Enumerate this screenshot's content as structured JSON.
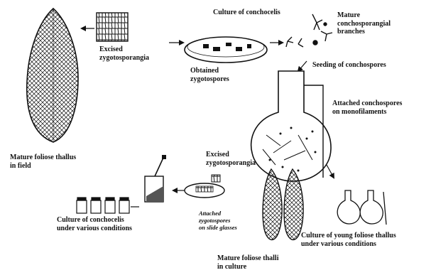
{
  "labels": {
    "mature_thallus_field": "Mature foliose thallus\nin field",
    "excised_top": "Excised\nzygotosporangia",
    "obtained_zygotospores": "Obtained\nzygotospores",
    "culture_conchocelis": "Culture of conchocelis",
    "mature_branches": "Mature\nconchosporangial\nbranches",
    "seeding": "Seeding of conchospores",
    "attached_conchospores": "Attached conchospores\non monofilaments",
    "excised_bottom": "Excised\nzygotosporangia",
    "conchocelis_conditions": "Culture of conchocelis\nunder various conditions",
    "attached_zygotospores": "Attached\nzygotospores\non slide glasses",
    "young_thallus": "Culture of young foliose thallus\nunder various conditions",
    "mature_thalli_culture": "Mature foliose thalli\nin culture"
  },
  "colors": {
    "ink": "#111111",
    "paper": "#ffffff"
  },
  "icons": [
    "thallus-illustration",
    "zygotosporangia-tissue",
    "petri-dish",
    "conchocelis-tufts",
    "round-bottom-flask",
    "culture-vials",
    "dropper-bottle",
    "slide-dish",
    "culture-flasks"
  ]
}
